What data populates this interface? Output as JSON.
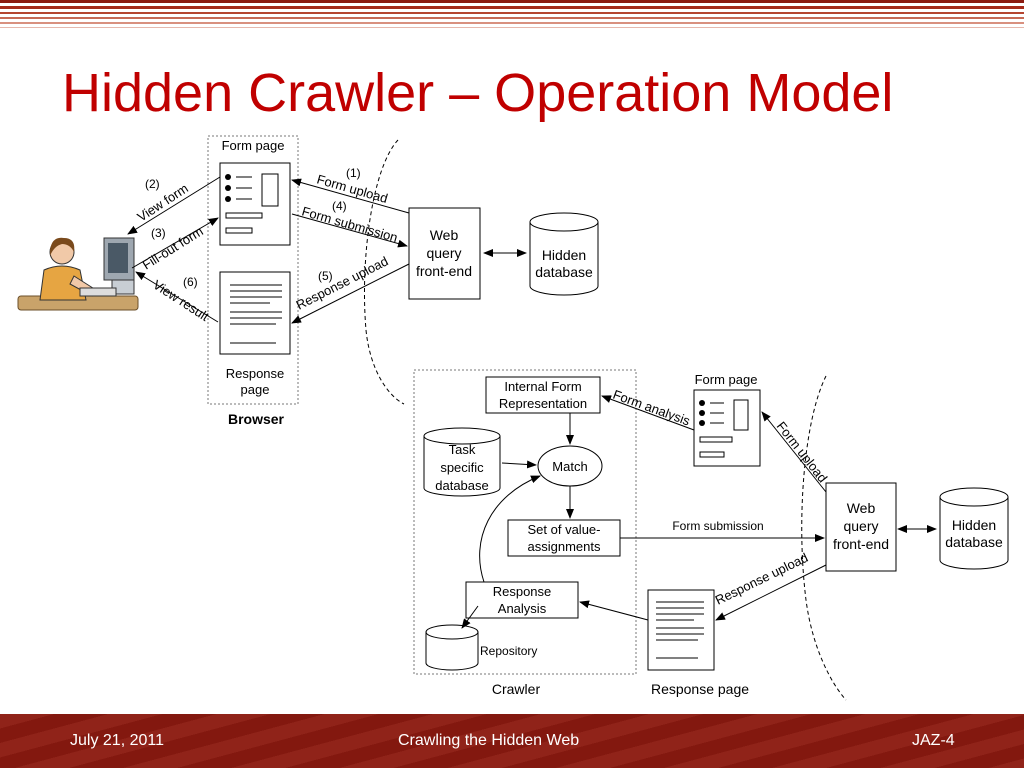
{
  "title": "Hidden Crawler – Operation Model",
  "footer": {
    "date": "July 21, 2011",
    "center": "Crawling the Hidden Web",
    "slide": "JAZ-4"
  },
  "browser": {
    "form_page": "Form page",
    "response_page": [
      "Response",
      "page"
    ],
    "label": "Browser"
  },
  "top_server": {
    "web_query": [
      "Web",
      "query",
      "front-end"
    ],
    "hidden_db": [
      "Hidden",
      "database"
    ]
  },
  "arrows_top": {
    "step1": "(1)",
    "form_upload": "Form upload",
    "step4": "(4)",
    "form_submission": "Form submission",
    "step5": "(5)",
    "response_upload": "Response upload",
    "step2": "(2)",
    "view_form": "View form",
    "step3": "(3)",
    "fill_out_form": "Fill-out form",
    "step6": "(6)",
    "view_result": "View result"
  },
  "crawler": {
    "internal_form": [
      "Internal Form",
      "Representation"
    ],
    "task_db": [
      "Task",
      "specific",
      "database"
    ],
    "match": "Match",
    "value_assign": [
      "Set of value-",
      "assignments"
    ],
    "response_analysis": [
      "Response",
      "Analysis"
    ],
    "repository": "Repository",
    "label": "Crawler"
  },
  "bottom_right": {
    "form_page": "Form page",
    "form_analysis": "Form analysis",
    "form_upload": "Form upload",
    "form_submission": "Form submission",
    "response_upload": "Response upload",
    "web_query": [
      "Web",
      "query",
      "front-end"
    ],
    "hidden_db": [
      "Hidden",
      "database"
    ],
    "response_page": "Response page"
  }
}
